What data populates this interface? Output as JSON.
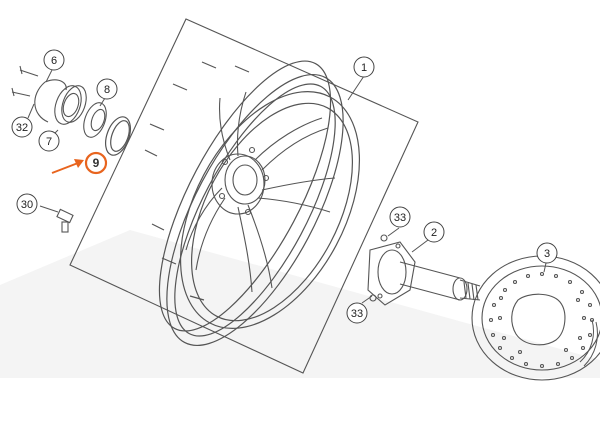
{
  "callouts": {
    "c1": "1",
    "c2": "2",
    "c3": "3",
    "c6": "6",
    "c7": "7",
    "c8": "8",
    "c9": "9",
    "c30": "30",
    "c32": "32",
    "c33a": "33",
    "c33b": "33"
  },
  "colors": {
    "line": "#555555",
    "highlight": "#e8641e",
    "background": "#ffffff"
  }
}
